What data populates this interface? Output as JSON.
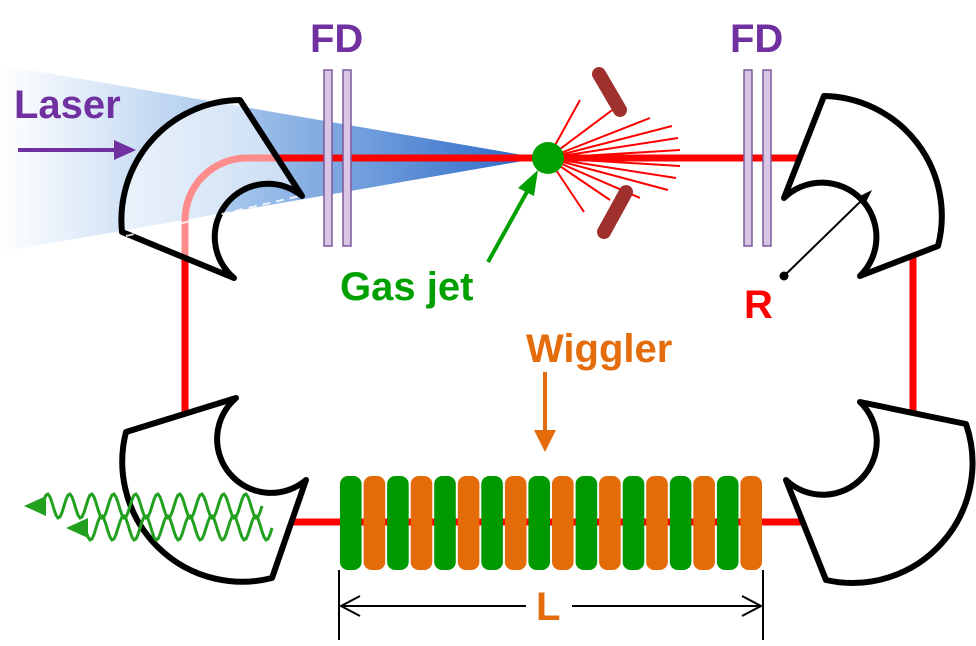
{
  "labels": {
    "laser": "Laser",
    "fd_left": "FD",
    "fd_right": "FD",
    "gas_jet": "Gas jet",
    "wiggler": "Wiggler",
    "radius": "R",
    "length": "L"
  },
  "colors": {
    "orbit": "#ff0000",
    "laser_text": "#7030a0",
    "gas_jet": "#00a000",
    "wiggler_text": "#e46c0a",
    "wiggler_orange": "#e36c09",
    "wiggler_green": "#009a00",
    "fd_fill": "#d9c6e6",
    "fd_stroke": "#7a5a9a",
    "detector": "#a0302e",
    "radiation": "#22a020",
    "beam_blue": "#2e6ec8"
  },
  "wiggler": {
    "poles": 18
  }
}
